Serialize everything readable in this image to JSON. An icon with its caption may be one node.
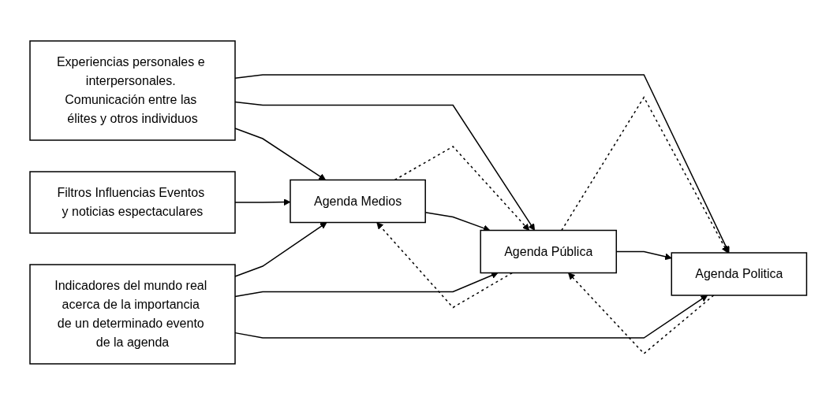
{
  "diagram": {
    "nodes": [
      {
        "text": [
          "Experiencias personales e interpersonales. Comunicación entre las élites y otros individuos"
        ]
      },
      {
        "text": [
          "Filtros Influencias Eventos y noticias espectaculares"
        ]
      },
      {
        "text": [
          "Agenda Medios"
        ]
      },
      {
        "text": [
          "Agenda Pública"
        ]
      },
      {
        "text": [
          "Agenda Politica"
        ]
      },
      {
        "text": [
          "Indicadores del mundo real acerca de la importancia de un determinado evento de la agenda"
        ]
      }
    ],
    "edges": [
      {
        "from": 0,
        "to": 2,
        "arrow": "to"
      },
      {
        "from": 0,
        "to": 3,
        "arrow": "to"
      },
      {
        "from": 0,
        "to": 4,
        "arrow": "to"
      },
      {
        "from": 1,
        "to": 2,
        "arrow": "to"
      },
      {
        "from": 2,
        "to": 3,
        "arrow": "to",
        "style": "dashed"
      },
      {
        "from": 2,
        "to": 3,
        "arrow": "to"
      },
      {
        "from": 3,
        "to": 2,
        "arrow": "to",
        "style": "dashed"
      },
      {
        "from": 3,
        "to": 4,
        "arrow": "to",
        "style": "dashed"
      },
      {
        "from": 3,
        "to": 4,
        "arrow": "to"
      },
      {
        "from": 4,
        "to": 3,
        "arrow": "to",
        "style": "dashed"
      },
      {
        "from": 5,
        "to": 2,
        "arrow": "to"
      },
      {
        "from": 5,
        "to": 3,
        "arrow": "to"
      },
      {
        "from": 5,
        "to": 4,
        "arrow": "to"
      }
    ]
  }
}
